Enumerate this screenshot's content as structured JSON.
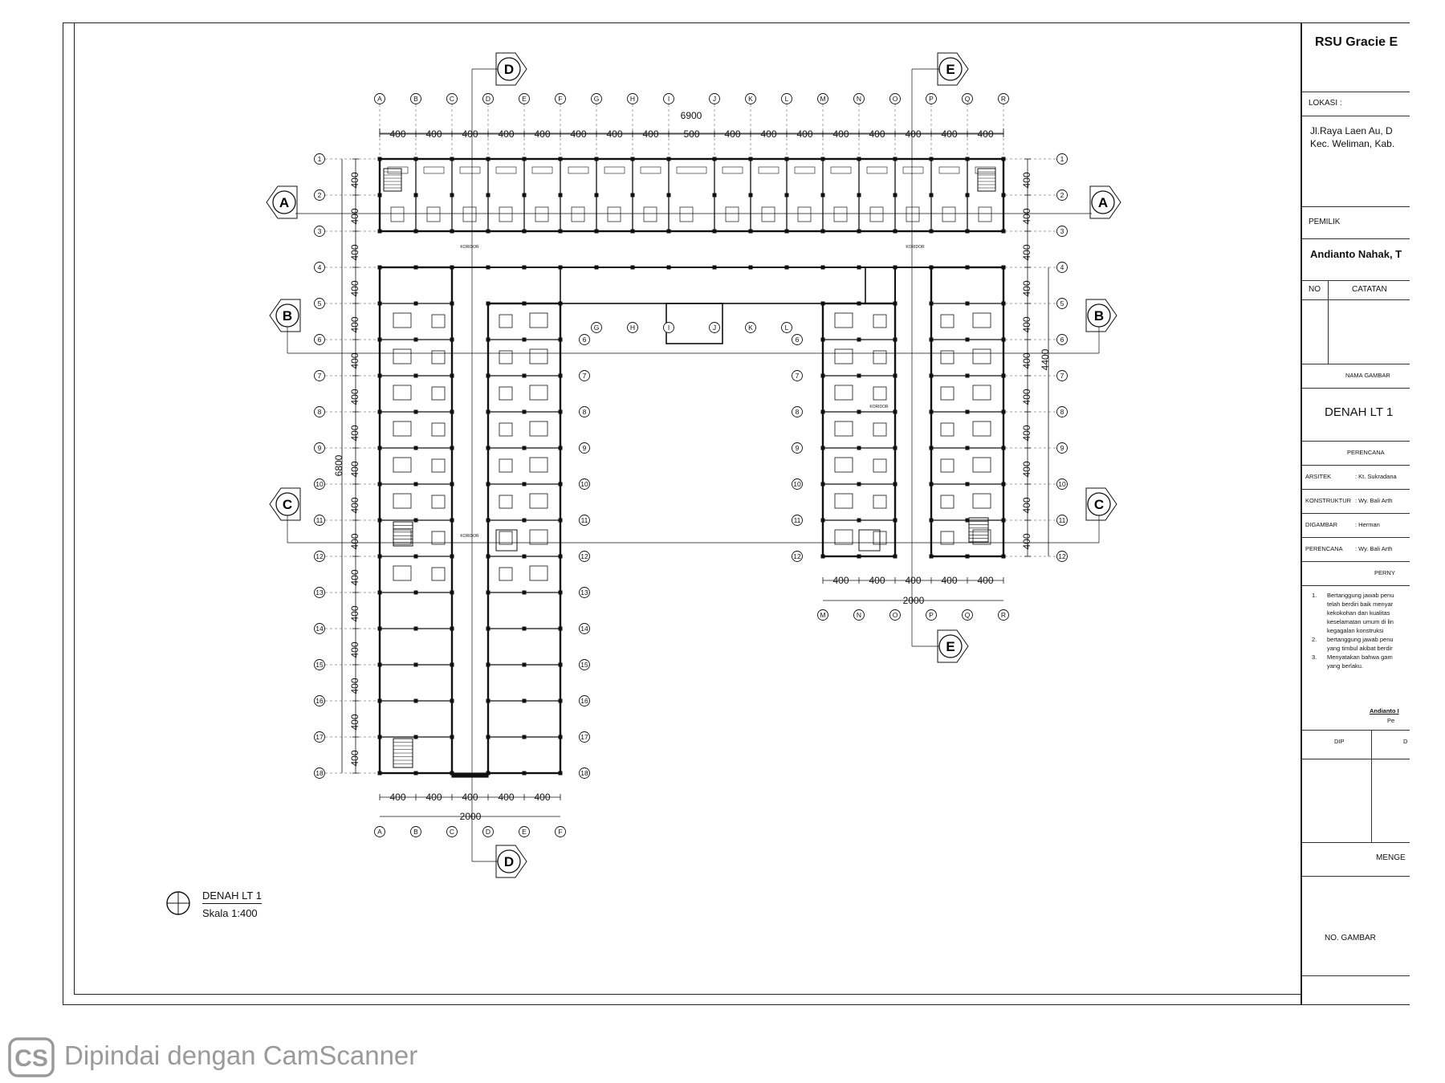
{
  "drawing_title": "DENAH LT 1",
  "drawing_scale": "Skala 1:400",
  "title_block": {
    "project_name": "RSU Gracie E",
    "lokasi_label": "LOKASI :",
    "lokasi_line1": "Jl.Raya Laen Au, D",
    "lokasi_line2": "Kec. Weliman, Kab.",
    "pemilik_label": "PEMILIK",
    "pemilik_name": "Andianto Nahak, T",
    "no_label": "NO",
    "catatan_label": "CATATAN",
    "nama_gambar_label": "NAMA GAMBAR",
    "nama_gambar_value": "DENAH LT 1",
    "perencana_header": "PERENCANA",
    "arsitek_label": "ARSITEK",
    "arsitek_value": ": Kt. Sukradana",
    "konstruktur_label": "KONSTRUKTUR",
    "konstruktur_value": ": Wy. Bali Arth",
    "digambar_label": "DIGAMBAR",
    "digambar_value": ": Herman",
    "perencana_label": "PERENCANA",
    "perencana_value": ": Wy. Bali Arth",
    "pernyataan_header": "PERNY",
    "statements": [
      "Bertanggung jawab penu",
      "telah berdiri baik menyar",
      "kekokohan dan kualitas",
      "keselamatan umum di lin",
      "kegagalan konstruksi",
      "bertanggung jawab penu",
      "yang timbul akibat berdir",
      "Menyatakan bahwa gam",
      "yang berlaku."
    ],
    "statement_numbers": [
      "1.",
      "2.",
      "3."
    ],
    "signatory_name": "Andianto I",
    "signatory_role": "Pe",
    "dip_label": "DIP",
    "d_label": "D",
    "menge_label": "MENGE",
    "no_gambar_label": "NO. GAMBAR"
  },
  "grid_letters_top": [
    "A",
    "B",
    "C",
    "D",
    "E",
    "F",
    "G",
    "H",
    "I",
    "J",
    "K",
    "L",
    "M",
    "N",
    "O",
    "P",
    "Q",
    "R"
  ],
  "grid_letters_bottom_left": [
    "A",
    "B",
    "C",
    "D",
    "E",
    "F"
  ],
  "grid_letters_bottom_right": [
    "M",
    "N",
    "O",
    "P",
    "Q",
    "R"
  ],
  "grid_letters_mid": [
    "G",
    "H",
    "I",
    "J",
    "K",
    "L"
  ],
  "grid_numbers": [
    "1",
    "2",
    "3",
    "4",
    "5",
    "6",
    "7",
    "8",
    "9",
    "10",
    "11",
    "12",
    "13",
    "14",
    "15",
    "16",
    "17",
    "18"
  ],
  "dims_top": [
    "400",
    "400",
    "400",
    "400",
    "400",
    "400",
    "400",
    "400",
    "500",
    "400",
    "400",
    "400",
    "400",
    "400",
    "400",
    "400",
    "400"
  ],
  "dim_top_total": "6900",
  "dims_left": [
    "400",
    "400",
    "400",
    "400",
    "400",
    "400",
    "400",
    "400",
    "400",
    "400",
    "400",
    "400",
    "400",
    "400",
    "400",
    "400",
    "400"
  ],
  "dim_left_total": "6800",
  "dims_right": [
    "400",
    "400",
    "400",
    "400",
    "400",
    "400",
    "400",
    "400",
    "400",
    "400",
    "400"
  ],
  "dim_right_total": "4400",
  "dims_bottom": [
    "400",
    "400",
    "400",
    "400",
    "400"
  ],
  "dim_bottom_total": "2000",
  "section_markers": [
    "A",
    "B",
    "C",
    "D",
    "E"
  ],
  "corridor_label": "KORIDOR",
  "scanner_logo": "CS",
  "scanner_text": "Dipindai dengan CamScanner"
}
